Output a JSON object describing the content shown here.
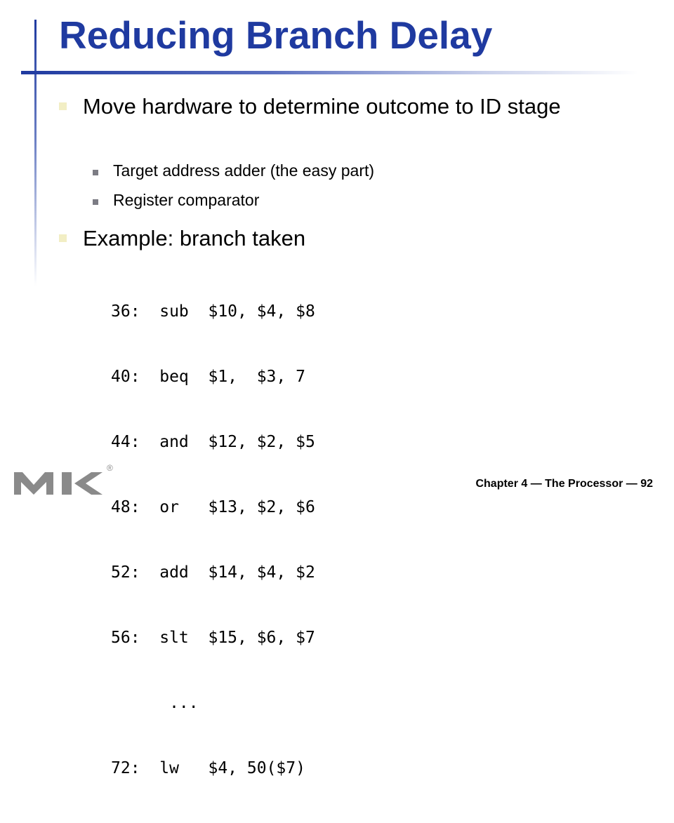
{
  "slide": {
    "title": "Reducing Branch Delay",
    "bullets": [
      {
        "text": "Move hardware to determine outcome to ID stage",
        "sub": [
          "Target address adder (the easy part)",
          "Register comparator"
        ]
      },
      {
        "text": "Example: branch taken",
        "sub": []
      }
    ],
    "code_lines": [
      "36:  sub  $10, $4, $8",
      "40:  beq  $1,  $3, 7",
      "44:  and  $12, $2, $5",
      "48:  or   $13, $2, $6",
      "52:  add  $14, $4, $2",
      "56:  slt  $15, $6, $7",
      "      ...",
      "72:  lw   $4, 50($7)"
    ],
    "footer": "Chapter 4 — The Processor — 92",
    "logo": {
      "label": "MK",
      "trademark": "®",
      "color": "#8a8a8a"
    },
    "colors": {
      "title": "#1f3aa0",
      "bullet_l1": "#f2eec4",
      "bullet_l2": "#7c7c84"
    }
  }
}
